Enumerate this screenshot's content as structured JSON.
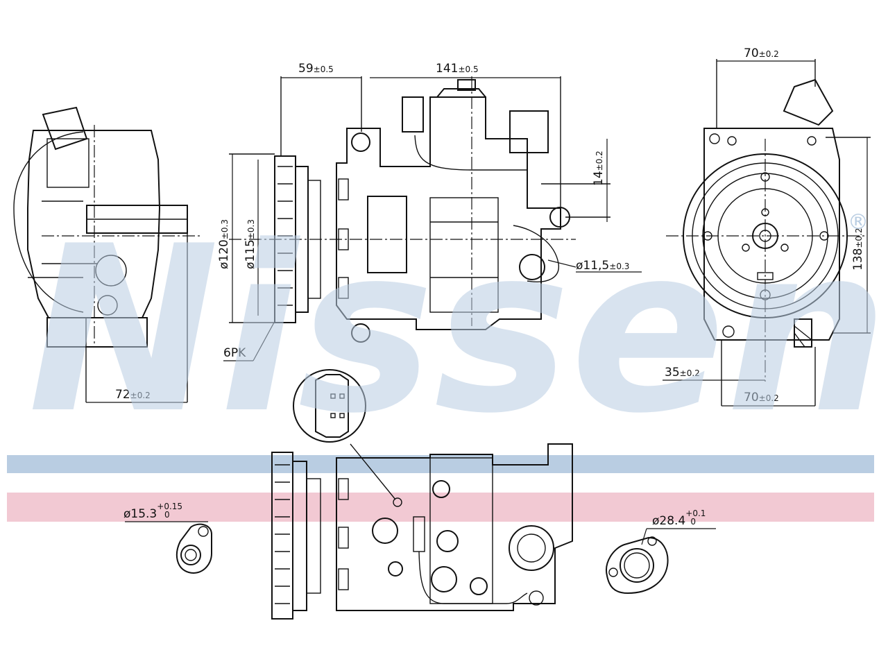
{
  "brand": {
    "watermark": "Nissens",
    "registered": "®"
  },
  "stripes": {
    "blue": "#b9cde2",
    "pink": "#f2c9d3"
  },
  "dimensions": {
    "d59": {
      "value": "59",
      "tol": "±0.5"
    },
    "d141": {
      "value": "141",
      "tol": "±0.5"
    },
    "d70_top": {
      "value": "70",
      "tol": "±0.2"
    },
    "d14": {
      "value": "14",
      "tol": "±0.2"
    },
    "d120": {
      "value": "ø120",
      "tol": "±0.3"
    },
    "d115": {
      "value": "ø115",
      "tol": "±0.3"
    },
    "d11_5": {
      "value": "ø11,5",
      "tol": "±0.3"
    },
    "d138": {
      "value": "138",
      "tol": "±0.2"
    },
    "d35": {
      "value": "35",
      "tol": "±0.2"
    },
    "d70_bottom": {
      "value": "70",
      "tol": "±0.2"
    },
    "d72": {
      "value": "72",
      "tol": "±0.2"
    },
    "belt": {
      "label": "6PK"
    },
    "d15_3": {
      "value": "ø15.3",
      "upper": "+0.15",
      "lower": "0"
    },
    "d28_4": {
      "value": "ø28.4",
      "upper": "+0.1",
      "lower": "0"
    }
  }
}
